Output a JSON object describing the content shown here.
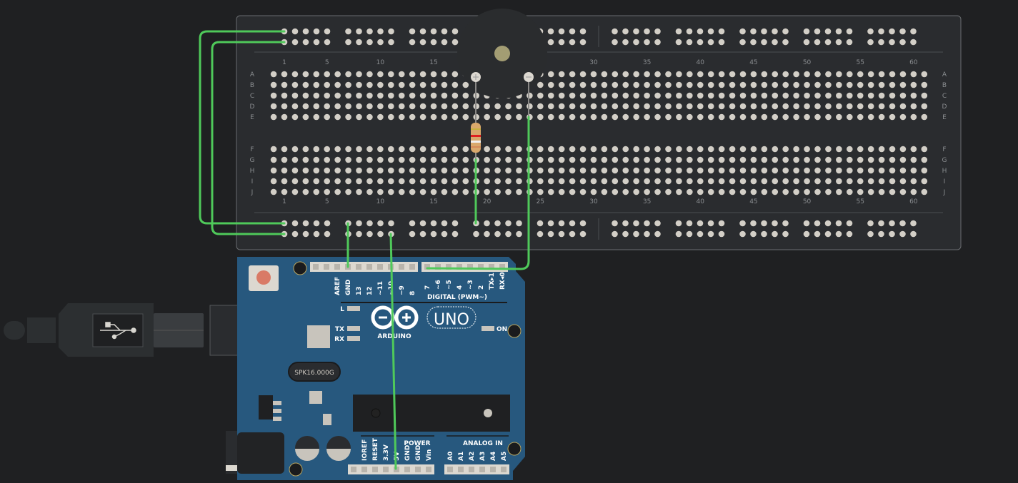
{
  "colors": {
    "background": "#1f2022",
    "breadboard": "#2a2c2f",
    "hole": "#d3cfc7",
    "wire": "#4fc95a",
    "arduino": "#27587e",
    "buzzer": "#2a2c2e"
  },
  "breadboard": {
    "row_letters_top": [
      "A",
      "B",
      "C",
      "D",
      "E"
    ],
    "row_letters_bottom": [
      "F",
      "G",
      "H",
      "I",
      "J"
    ],
    "column_numbers": [
      "1",
      "5",
      "10",
      "15",
      "20",
      "25",
      "30",
      "35",
      "40",
      "45",
      "50",
      "55",
      "60"
    ]
  },
  "arduino": {
    "logo_text": "ARDUINO",
    "model": "UNO",
    "crystal_label": "SPK16.000G",
    "led_labels": {
      "l": "L",
      "tx": "TX",
      "rx": "RX",
      "on": "ON"
    },
    "digital_title": "DIGITAL (PWM~)",
    "digital_pins_left": [
      "AREF",
      "GND",
      "13",
      "12",
      "~11",
      "~10",
      "~9",
      "8"
    ],
    "digital_pins_right": [
      "7",
      "~6",
      "~5",
      "4",
      "~3",
      "2",
      "TX▸1",
      "RX◂0"
    ],
    "power_title": "POWER",
    "power_pins": [
      "IOREF",
      "RESET",
      "3.3V",
      "5V",
      "GND",
      "GND",
      "Vin"
    ],
    "analog_title": "ANALOG IN",
    "analog_pins": [
      "A0",
      "A1",
      "A2",
      "A3",
      "A4",
      "A5"
    ]
  }
}
